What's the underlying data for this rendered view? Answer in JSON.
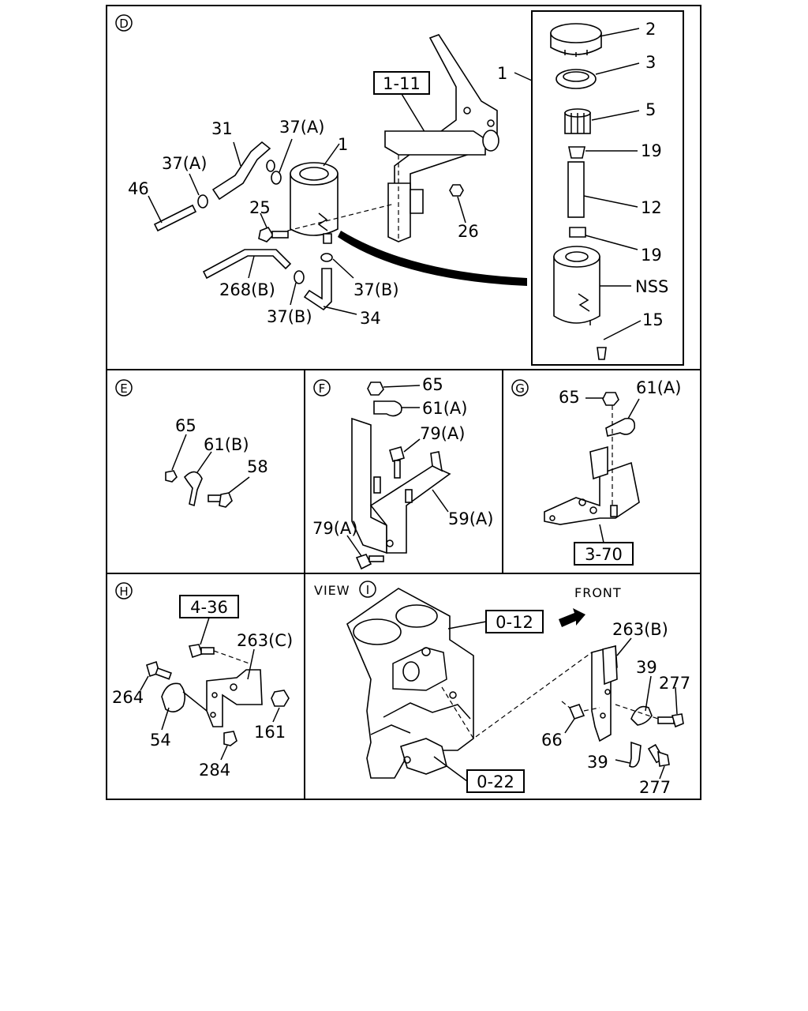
{
  "views": {
    "D": {
      "letter": "D"
    },
    "E": {
      "letter": "E"
    },
    "F": {
      "letter": "F"
    },
    "G": {
      "letter": "G"
    },
    "H": {
      "letter": "H"
    },
    "I": {
      "prefix": "VIEW",
      "letter": "I",
      "front": "FRONT"
    }
  },
  "refs": {
    "r1_11": "1-11",
    "r3_70": "3-70",
    "r4_36": "4-36",
    "r0_12": "0-12",
    "r0_22": "0-22"
  },
  "labels": {
    "D": {
      "p1_top": "1",
      "p2": "2",
      "p3": "3",
      "p5": "5",
      "p19a": "19",
      "p12": "12",
      "p19b": "19",
      "pNSS": "NSS",
      "p15": "15",
      "p31": "31",
      "p37a_1": "37(A)",
      "p1": "1",
      "p37a_2": "37(A)",
      "p46": "46",
      "p25": "25",
      "p26": "26",
      "p268b": "268(B)",
      "p37b_1": "37(B)",
      "p37b_2": "37(B)",
      "p34": "34"
    },
    "E": {
      "p65": "65",
      "p61b": "61(B)",
      "p58": "58"
    },
    "F": {
      "p65": "65",
      "p61a": "61(A)",
      "p79a_1": "79(A)",
      "p59a": "59(A)",
      "p79a_2": "79(A)"
    },
    "G": {
      "p65": "65",
      "p61a": "61(A)"
    },
    "H": {
      "p263c": "263(C)",
      "p264": "264",
      "p54": "54",
      "p161": "161",
      "p284": "284"
    },
    "I": {
      "p263b": "263(B)",
      "p39a": "39",
      "p277a": "277",
      "p66": "66",
      "p39b": "39",
      "p277b": "277"
    }
  }
}
